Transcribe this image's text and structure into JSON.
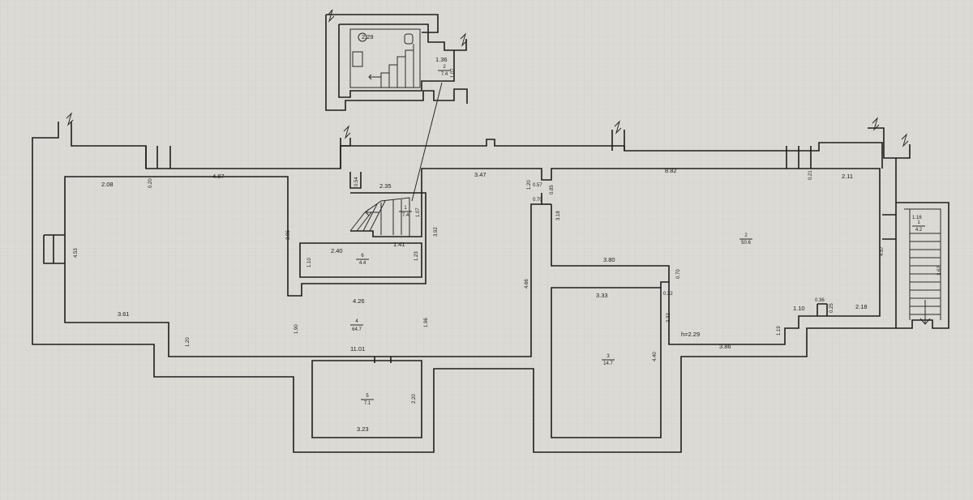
{
  "plan": {
    "height_note": "h=2.29",
    "rooms": [
      {
        "id": "r4",
        "number": "4",
        "area": "64.7"
      },
      {
        "id": "r2",
        "number": "2",
        "area": "50.6"
      },
      {
        "id": "r3",
        "number": "3",
        "area": "14.7"
      },
      {
        "id": "r5",
        "number": "5",
        "area": "7.1"
      },
      {
        "id": "r6",
        "number": "6",
        "area": "4.4"
      },
      {
        "id": "s1",
        "number": "1",
        "area": "7.4"
      },
      {
        "id": "e1",
        "number": "1",
        "area": "4.2"
      },
      {
        "id": "t1",
        "number": "2",
        "area": "7.4"
      }
    ],
    "dimensions": [
      "2.29",
      "1.36",
      "1.07",
      "2.08",
      "0.20",
      "4.87",
      "0.54",
      "2.35",
      "1.07",
      "3.47",
      "1.20",
      "0.57",
      "0.70",
      "0.85",
      "3.18",
      "8.82",
      "0.21",
      "2.11",
      "1.16",
      "3.96",
      "3.92",
      "2.40",
      "1.41",
      "1.10",
      "1.23",
      "4.53",
      "4.66",
      "3.80",
      "0.70",
      "0.32",
      "4.57",
      "3.62",
      "4.26",
      "3.33",
      "2.32",
      "0.36",
      "0.25",
      "3.61",
      "1.90",
      "1.96",
      "1.10",
      "2.18",
      "1.19",
      "1.20",
      "11.01",
      "3.86",
      "4.40",
      "2.20",
      "3.23"
    ]
  }
}
